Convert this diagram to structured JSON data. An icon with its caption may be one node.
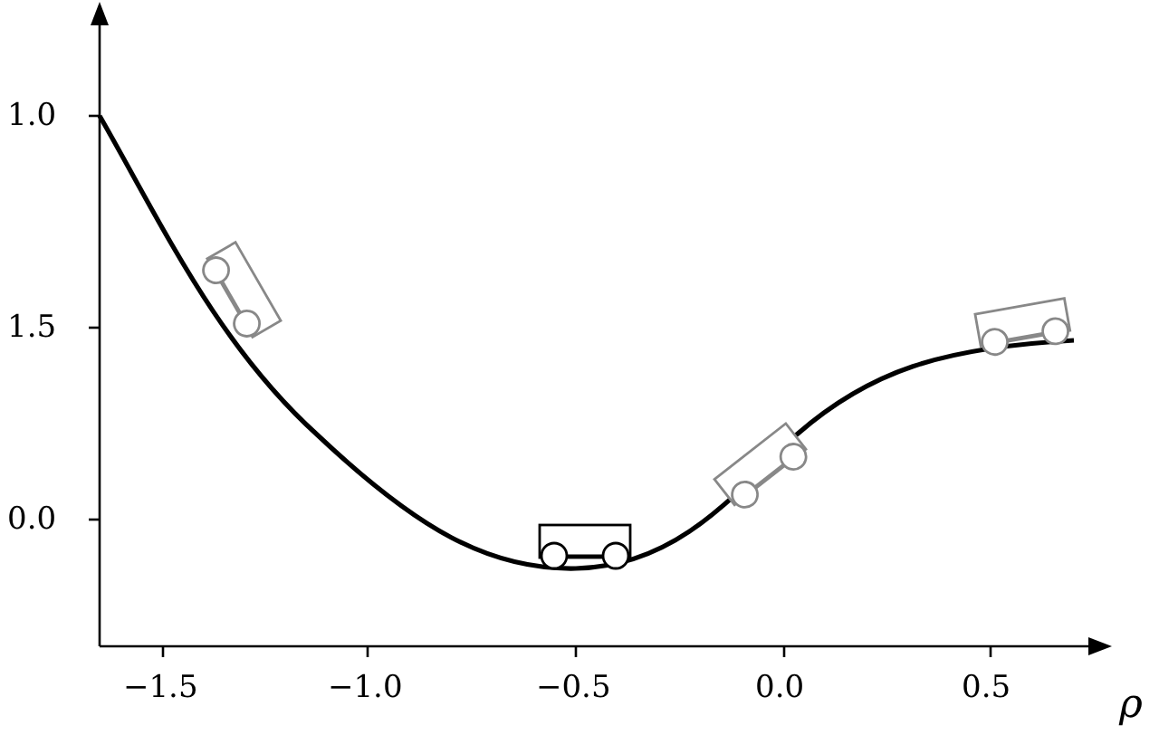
{
  "diagram": {
    "labels": [
      "1.0",
      "1.5",
      "0.0",
      "−1.5",
      "−1.0",
      "−0.5",
      "0.0",
      "0.5",
      "ρ"
    ]
  }
}
